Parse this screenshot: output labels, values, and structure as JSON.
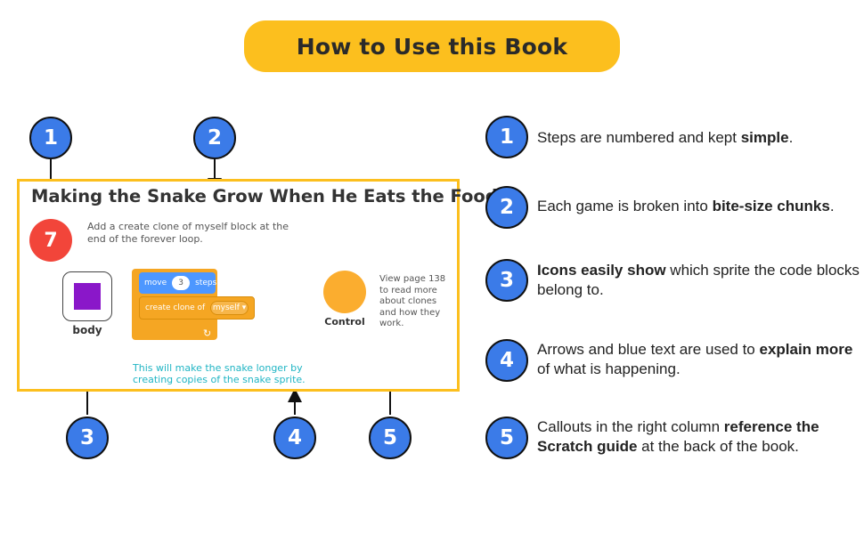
{
  "banner": {
    "title": "How to Use this Book"
  },
  "page": {
    "title": "Making the Snake Grow When He Eats the Food",
    "step_number": "7",
    "step_text": "Add a create clone of myself block at the end of the forever loop.",
    "sprite_label": "body",
    "blocks": {
      "move_label": "move",
      "move_value": "3",
      "steps_label": "steps",
      "clone_label": "create clone of",
      "clone_value": "myself"
    },
    "category_label": "Control",
    "callout_text": "View page 138 to read more about clones and how they work.",
    "note_text": "This will make the snake longer by creating copies of the snake sprite."
  },
  "badges": {
    "b1": "1",
    "b2": "2",
    "b3": "3",
    "b4": "4",
    "b5": "5"
  },
  "legend": [
    {
      "number": "1",
      "pre": "Steps are numbered and kept ",
      "bold": "simple",
      "post": "."
    },
    {
      "number": "2",
      "pre": "Each game is broken into ",
      "bold": "bite-size chunks",
      "post": "."
    },
    {
      "number": "3",
      "pre": "",
      "bold": "Icons easily show",
      "post": " which sprite the code blocks belong to."
    },
    {
      "number": "4",
      "pre": "Arrows and blue text are used to ",
      "bold": "explain more",
      "post": " of what is happening."
    },
    {
      "number": "5",
      "pre": "Callouts in the right column ",
      "bold": "reference the Scratch guide",
      "post": " at the back of the book."
    }
  ],
  "colors": {
    "accent_yellow": "#fcbf1e",
    "badge_blue": "#3b7be8",
    "step_red": "#f2453a",
    "note_teal": "#20b5c4",
    "sprite_purple": "#8a17c9"
  }
}
